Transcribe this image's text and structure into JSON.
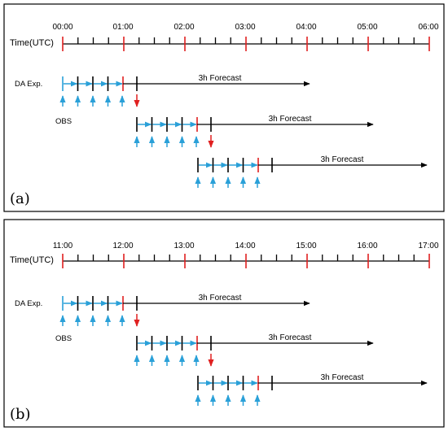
{
  "colors": {
    "obs": "#2aa0d8",
    "analysis": "#e02020",
    "line": "#000000",
    "frame": "#000000"
  },
  "panels": [
    {
      "label": "(a)",
      "time_axis_label": "Time(UTC)",
      "hour_labels": [
        "00:00",
        "01:00",
        "02:00",
        "03:00",
        "04:00",
        "05:00",
        "06:00"
      ],
      "da_label": "DA Exp.",
      "obs_label": "OBS",
      "forecast_labels": [
        "3h Forecast",
        "3h Forecast",
        "3h Forecast"
      ]
    },
    {
      "label": "(b)",
      "time_axis_label": "Time(UTC)",
      "hour_labels": [
        "11:00",
        "12:00",
        "13:00",
        "14:00",
        "15:00",
        "16:00",
        "17:00"
      ],
      "da_label": "DA Exp.",
      "obs_label": "OBS",
      "forecast_labels": [
        "3h Forecast",
        "3h Forecast",
        "3h Forecast"
      ]
    }
  ]
}
